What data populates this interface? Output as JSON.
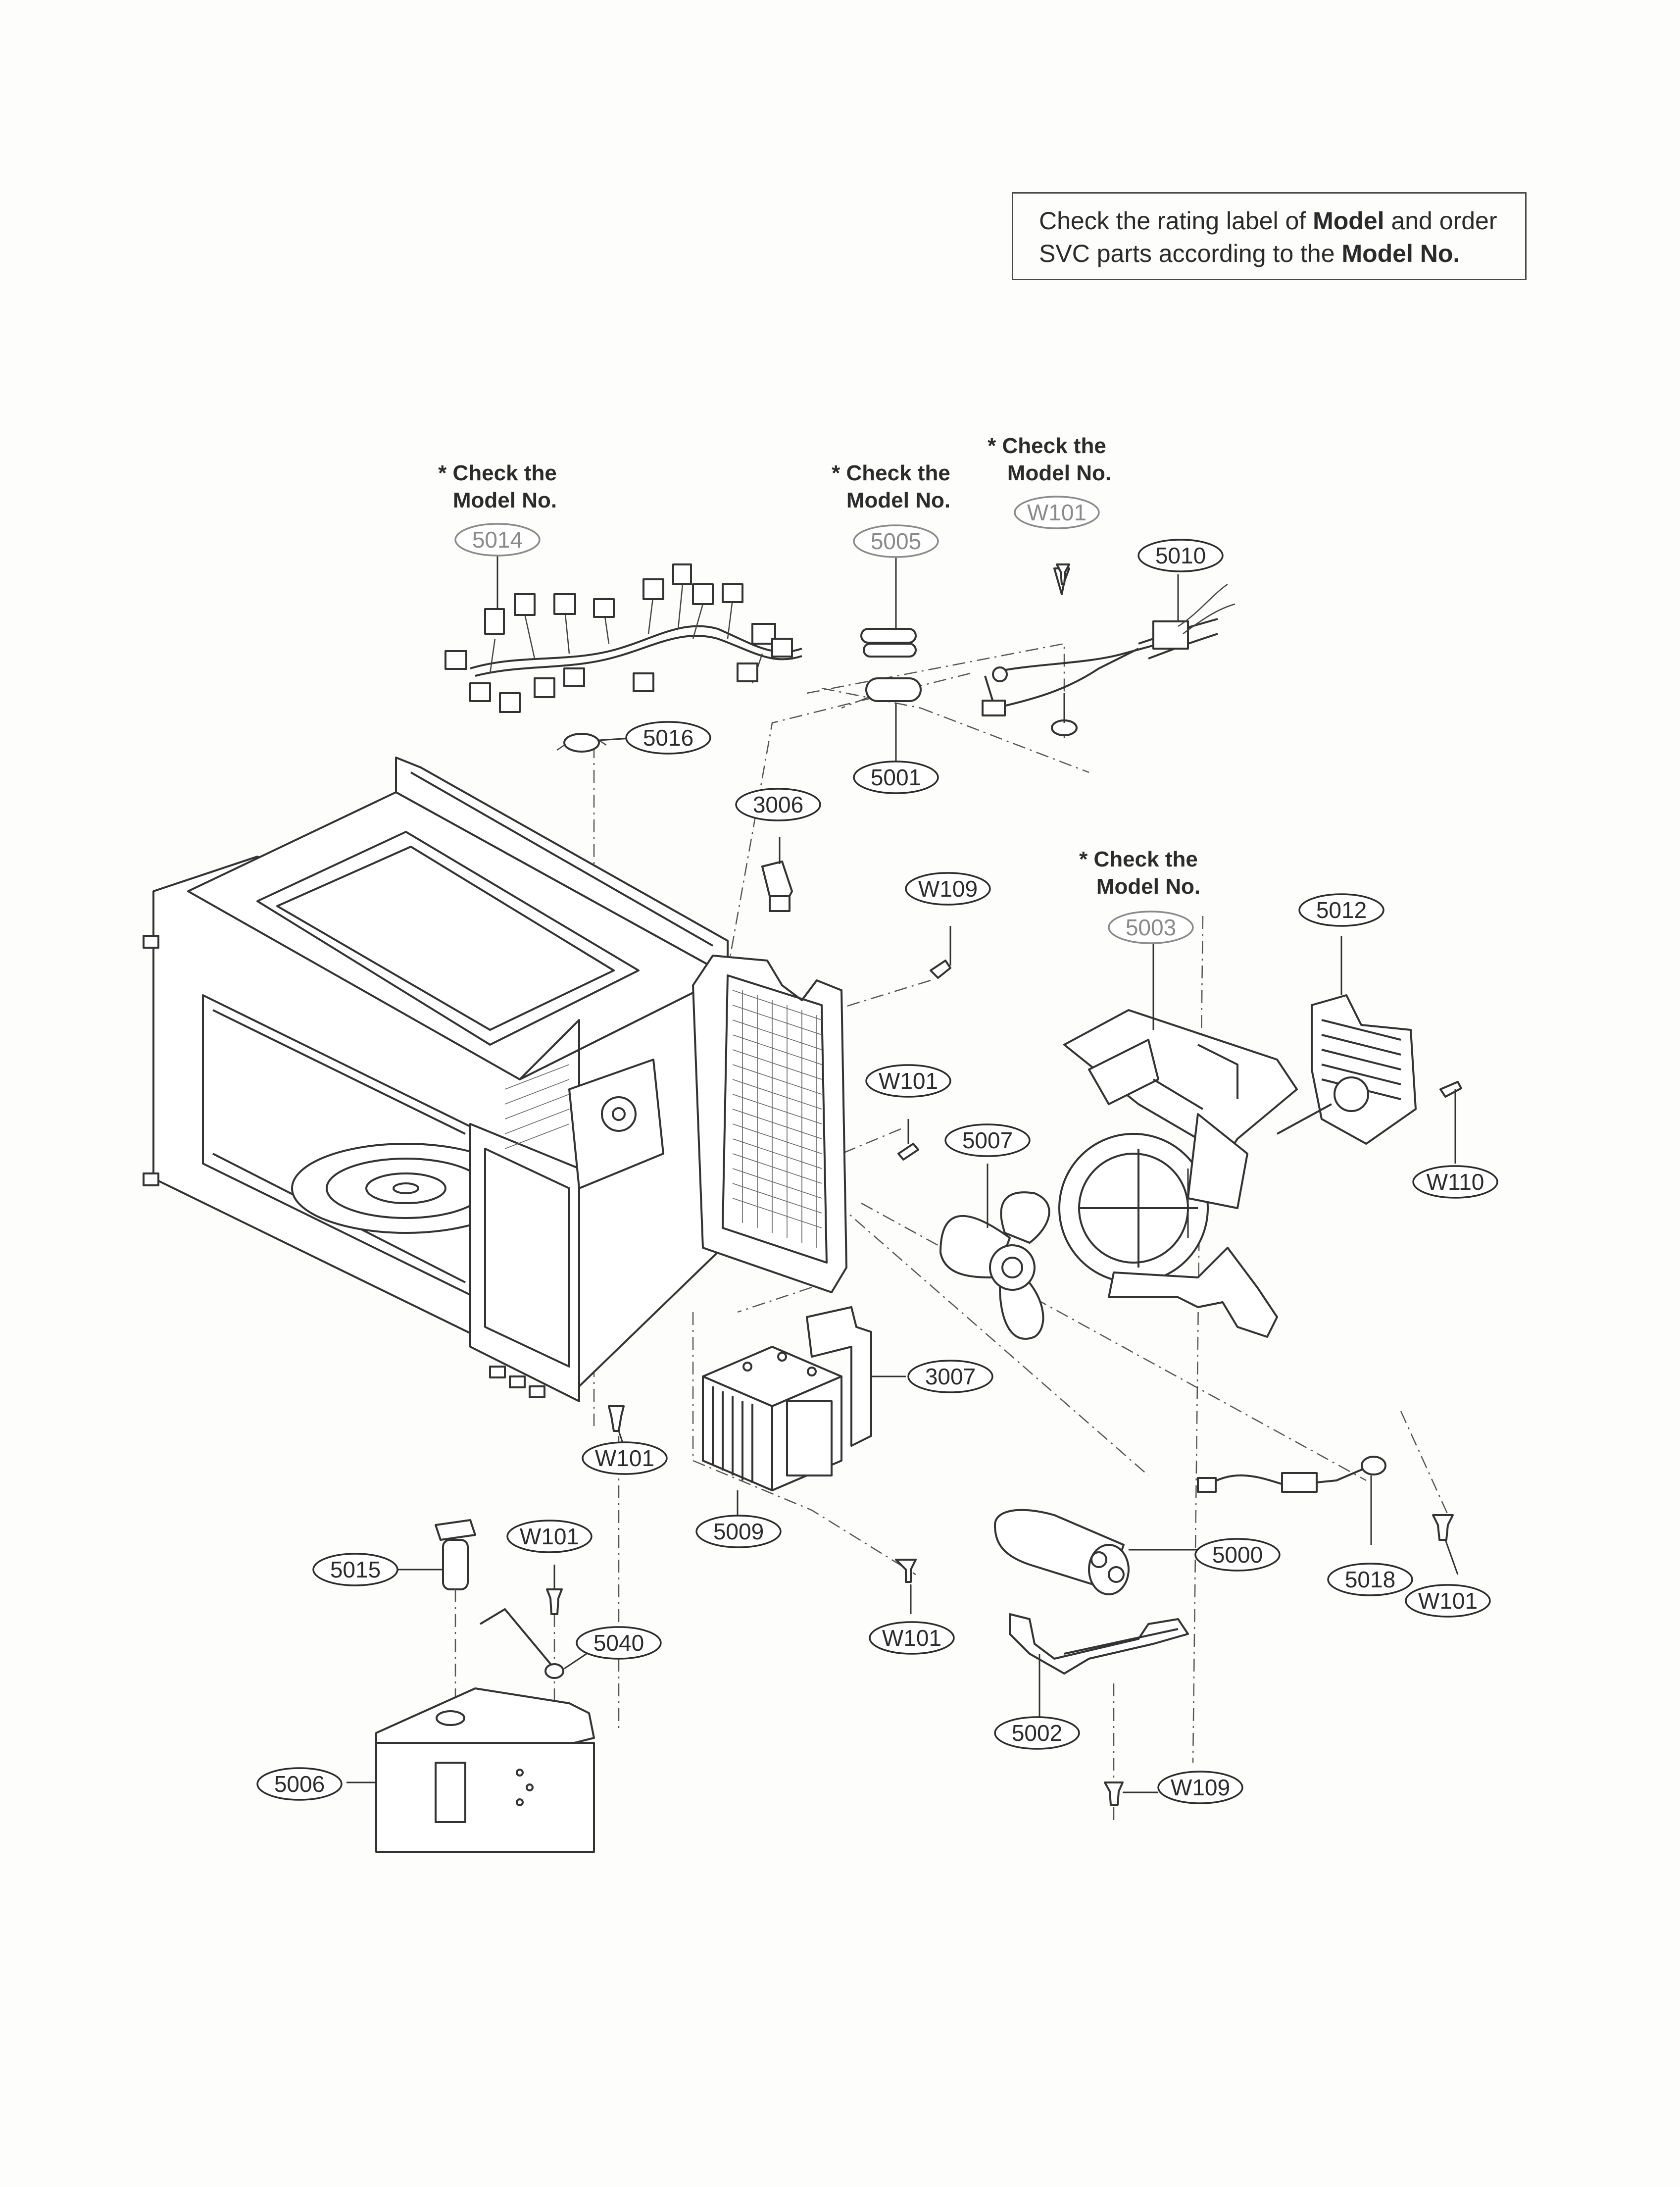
{
  "notice": {
    "line1_pre": "Check the rating label of ",
    "line1_bold": "Model",
    "line1_post": " and order",
    "line2_pre": "SVC parts according to the ",
    "line2_bold": "Model No."
  },
  "notes": {
    "check_line1": "* Check the",
    "check_line2": "Model No."
  },
  "parts": {
    "p5014": "5014",
    "p5005": "5005",
    "pW101_top": "W101",
    "p5010": "5010",
    "p5016": "5016",
    "p5001": "5001",
    "p3006": "3006",
    "pW109_a": "W109",
    "p5003": "5003",
    "p5012": "5012",
    "pW101_b": "W101",
    "p5007": "5007",
    "pW110": "W110",
    "p3007": "3007",
    "pW101_c": "W101",
    "p5009": "5009",
    "pW101_d": "W101",
    "p5015": "5015",
    "p5040": "5040",
    "pW101_e": "W101",
    "p5000": "5000",
    "p5018": "5018",
    "pW101_f": "W101",
    "p5002": "5002",
    "pW109_b": "W109",
    "p5006": "5006"
  }
}
